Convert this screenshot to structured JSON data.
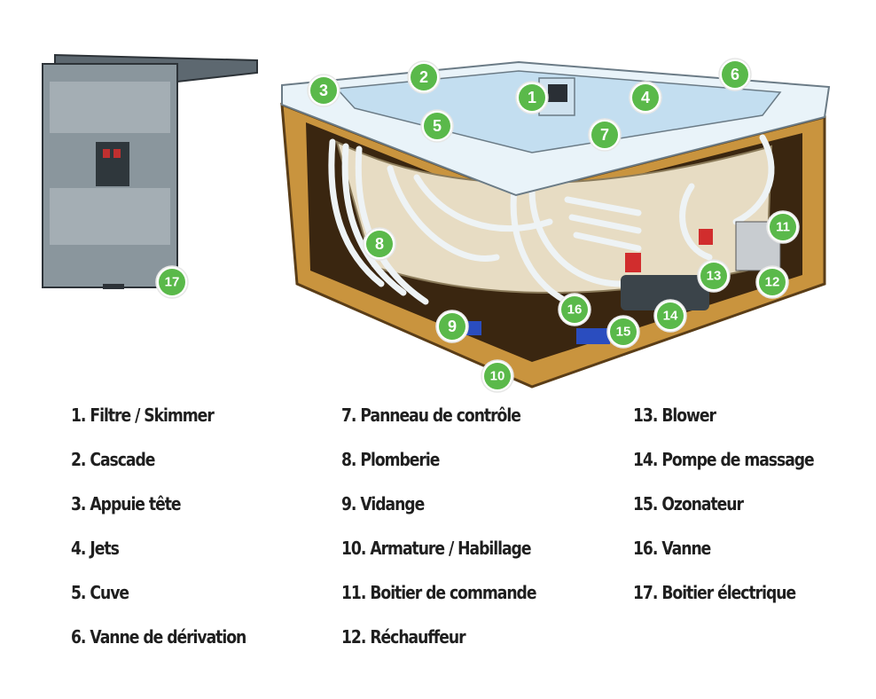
{
  "badges": [
    "1",
    "2",
    "3",
    "4",
    "5",
    "6",
    "7",
    "8",
    "9",
    "10",
    "11",
    "12",
    "13",
    "14",
    "15",
    "16",
    "17"
  ],
  "legend": {
    "col1": [
      "1. Filtre / Skimmer",
      "2. Cascade",
      "3. Appuie tête",
      "4. Jets",
      "5. Cuve",
      "6. Vanne de dérivation"
    ],
    "col2": [
      "7. Panneau de contrôle",
      "8. Plomberie",
      "9. Vidange",
      "10. Armature / Habillage",
      "11. Boitier de commande",
      "12. Réchauffeur"
    ],
    "col3": [
      "13. Blower",
      "14. Pompe de massage",
      "15. Ozonateur",
      "16. Vanne",
      "17. Boitier électrique"
    ]
  }
}
